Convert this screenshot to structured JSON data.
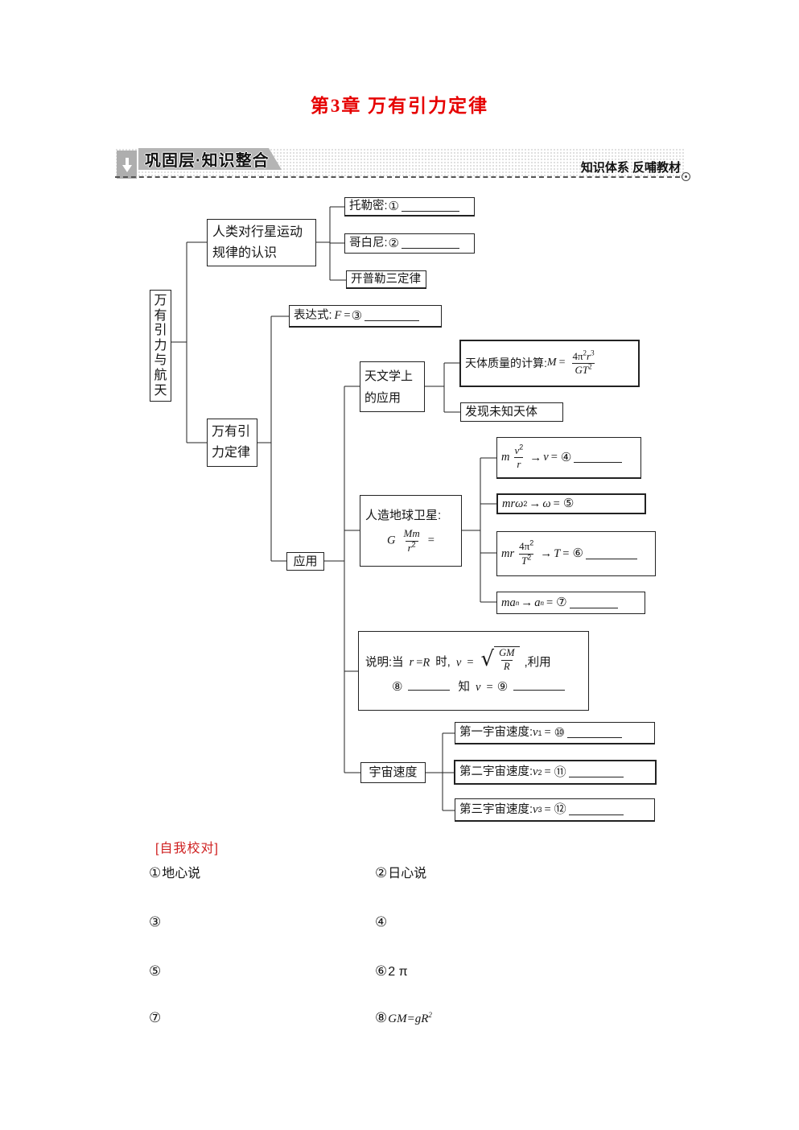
{
  "title": "第3章 万有引力定律",
  "banner": {
    "tab_label": "巩固层·知识整合",
    "right_label": "知识体系  反哺教材"
  },
  "colors": {
    "title_red": "#e60000",
    "answers_heading_red": "#cf2020",
    "banner_gray": "#b5b5b5",
    "line_color": "#222222"
  },
  "diagram": {
    "root": "万有引力与航天",
    "renshi": {
      "line1": "人类对行星运动",
      "line2": "规律的认识"
    },
    "tuolemi": {
      "label": "托勒密:",
      "num": "①"
    },
    "gebaini": {
      "label": "哥白尼:",
      "num": "②"
    },
    "kaipule": {
      "label": "开普勒三定律"
    },
    "dinglv": {
      "line1": "万有引",
      "line2": "力定律"
    },
    "biaodashi": {
      "label": "表达式:",
      "F": "F",
      "eq": "=",
      "num": "③"
    },
    "yingyong": "应用",
    "tianwen": {
      "line1": "天文学上",
      "line2": "的应用"
    },
    "tianti": {
      "label": "天体质量的计算:",
      "M": "M",
      "eq": "=",
      "num_coef": "4π",
      "num_sup1": "2",
      "num_r": "r",
      "num_sup2": "3",
      "den": "GT",
      "den_sup": "2"
    },
    "faxian": {
      "label": "发现未知天体"
    },
    "weixing": {
      "line1": "人造地球卫星:",
      "G": "G",
      "num": "Mm",
      "den": "r",
      "den_sup": "2",
      "eq": "="
    },
    "eq4": {
      "m": "m",
      "v": "v",
      "sup": "2",
      "r": "r",
      "arrow": "→",
      "v2": "v",
      "eq": "=",
      "num": "④"
    },
    "eq5": {
      "head": "mrω",
      "sup": "2",
      "arrow": "→",
      "omega": "ω",
      "eq": "=",
      "num": "⑤"
    },
    "eq6": {
      "mr": "mr",
      "coef": "4π",
      "sup": "2",
      "T": "T",
      "den_sup": "2",
      "arrow": "→",
      "T2": "T",
      "eq": "=",
      "num": "⑥"
    },
    "eq7": {
      "ma": "ma",
      "sub": "n",
      "arrow": "→",
      "a": "a",
      "sub2": "n",
      "eq": "=",
      "num": "⑦"
    },
    "shuoming": {
      "t1": "说明:当",
      "r": "r",
      "eq1": "=",
      "R": "R",
      "t2": "时,",
      "v": "v",
      "eq2": "=",
      "sq_num": "GM",
      "sq_den": "R",
      "t3": ",利用",
      "num8": "⑧",
      "t4": "知",
      "v2": "v",
      "eq3": "=",
      "num9": "⑨"
    },
    "yuzhou": "宇宙速度",
    "speed1": {
      "label": "第一宇宙速度:",
      "v": "v",
      "sub": "1",
      "eq": "=",
      "num": "⑩"
    },
    "speed2": {
      "label": "第二宇宙速度:",
      "v": "v",
      "sub": "2",
      "eq": "=",
      "num": "⑪"
    },
    "speed3": {
      "label": "第三宇宙速度:",
      "v": "v",
      "sub": "3",
      "eq": "=",
      "num": "⑫"
    }
  },
  "answers": {
    "heading": "[自我校对]",
    "rows": [
      {
        "left_num": "①",
        "left_text": "地心说",
        "right_num": "②",
        "right_text": "日心说"
      },
      {
        "left_num": "③",
        "left_text": "",
        "right_num": "④",
        "right_text": ""
      },
      {
        "left_num": "⑤",
        "left_text": "",
        "right_num": "⑥",
        "right_text": "2 π"
      },
      {
        "left_num": "⑦",
        "left_text": "",
        "right_num": "⑧",
        "right_text": "GM=gR",
        "right_sup": "2"
      }
    ]
  }
}
